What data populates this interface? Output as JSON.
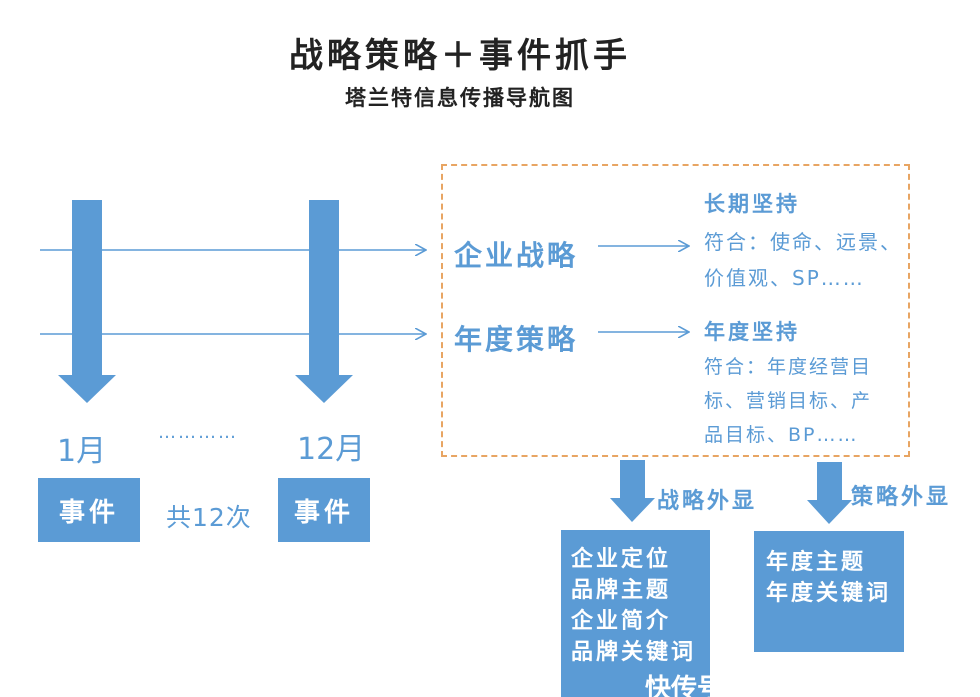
{
  "header": {
    "title": "战略策略＋事件抓手",
    "subtitle": "塔兰特信息传播导航图"
  },
  "timeline": {
    "month_start": "1月",
    "month_end": "12月",
    "dots": "…………",
    "event_label": "事件",
    "count_label": "共12次"
  },
  "strategy": {
    "corporate_label": "企业战略",
    "annual_label": "年度策略",
    "corporate_detail": [
      "长期坚持",
      "符合：使命、远景、",
      "价值观、SP……"
    ],
    "annual_detail": [
      "年度坚持",
      "符合：年度经营目",
      "标、营销目标、产",
      "品目标、BP……"
    ]
  },
  "outputs": {
    "strategy_external_label": "战略外显",
    "tactic_external_label": "策略外显",
    "strategy_items": [
      "企业定位",
      "品牌主题",
      "企业简介",
      "品牌关键词"
    ],
    "tactic_items": [
      "年度主题",
      "年度关键词"
    ]
  },
  "watermark": "快传号",
  "colors": {
    "accent": "#5b9bd5",
    "dashed_border": "#e8a563"
  }
}
